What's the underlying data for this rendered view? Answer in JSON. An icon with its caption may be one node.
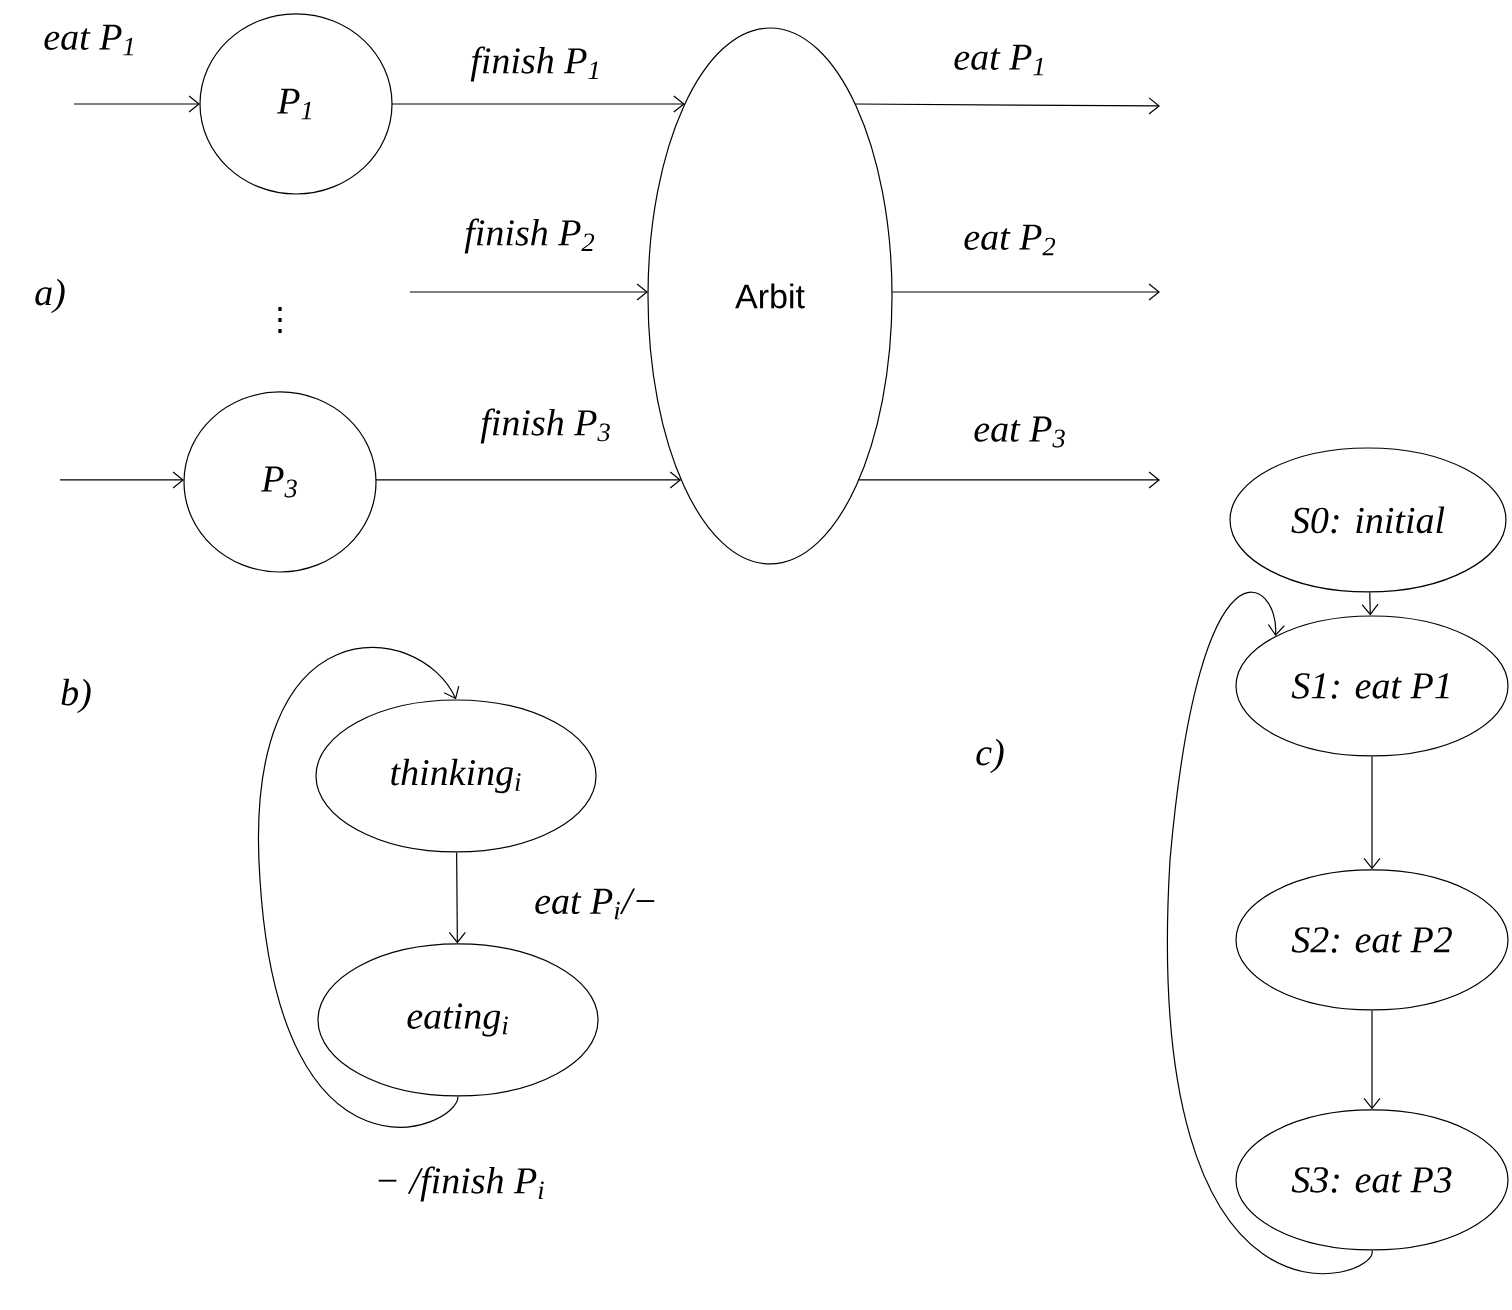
{
  "diagram": {
    "nodes": [
      {
        "text": [
          "P$_{1}$"
        ]
      },
      {
        "text": [
          "P$_{3}$"
        ]
      },
      {
        "text": [
          "Arbit"
        ]
      },
      {
        "text": [
          "thinking$_{i}$"
        ]
      },
      {
        "text": [
          "eating$_{i}$"
        ]
      },
      {
        "text": [
          "S0: initial"
        ]
      },
      {
        "text": [
          "S1: eat P1"
        ]
      },
      {
        "text": [
          "S2: eat P2"
        ]
      },
      {
        "text": [
          "S3: eat P3"
        ]
      }
    ],
    "edges": [
      {
        "from": null,
        "to": 0,
        "arrow": "to",
        "label": "eat P$_{1}$"
      },
      {
        "from": 0,
        "to": 2,
        "arrow": "to",
        "label": "finish P$_{1}$"
      },
      {
        "from": null,
        "to": 2,
        "arrow": "to",
        "label": "finish P$_{2}$"
      },
      {
        "from": null,
        "to": 1,
        "arrow": "to"
      },
      {
        "from": 1,
        "to": 2,
        "arrow": "to",
        "label": "finish P$_{3}$"
      },
      {
        "from": 2,
        "to": null,
        "arrow": "to",
        "label": "eat P$_{1}$"
      },
      {
        "from": 2,
        "to": null,
        "arrow": "to",
        "label": "eat P$_{2}$"
      },
      {
        "from": 2,
        "to": null,
        "arrow": "to",
        "label": "eat P$_{3}$"
      },
      {
        "from": 3,
        "to": 4,
        "arrow": "to",
        "label": "eat P$_{i}$/−"
      },
      {
        "from": 4,
        "to": 3,
        "arrow": "to",
        "label": "− /finish P$_{i}$"
      },
      {
        "from": 5,
        "to": 6,
        "arrow": "to"
      },
      {
        "from": 6,
        "to": 7,
        "arrow": "to"
      },
      {
        "from": 7,
        "to": 8,
        "arrow": "to"
      },
      {
        "from": 8,
        "to": 6,
        "arrow": "to"
      }
    ],
    "labels": [
      "a)",
      "⋮",
      "b)",
      "c)"
    ]
  }
}
